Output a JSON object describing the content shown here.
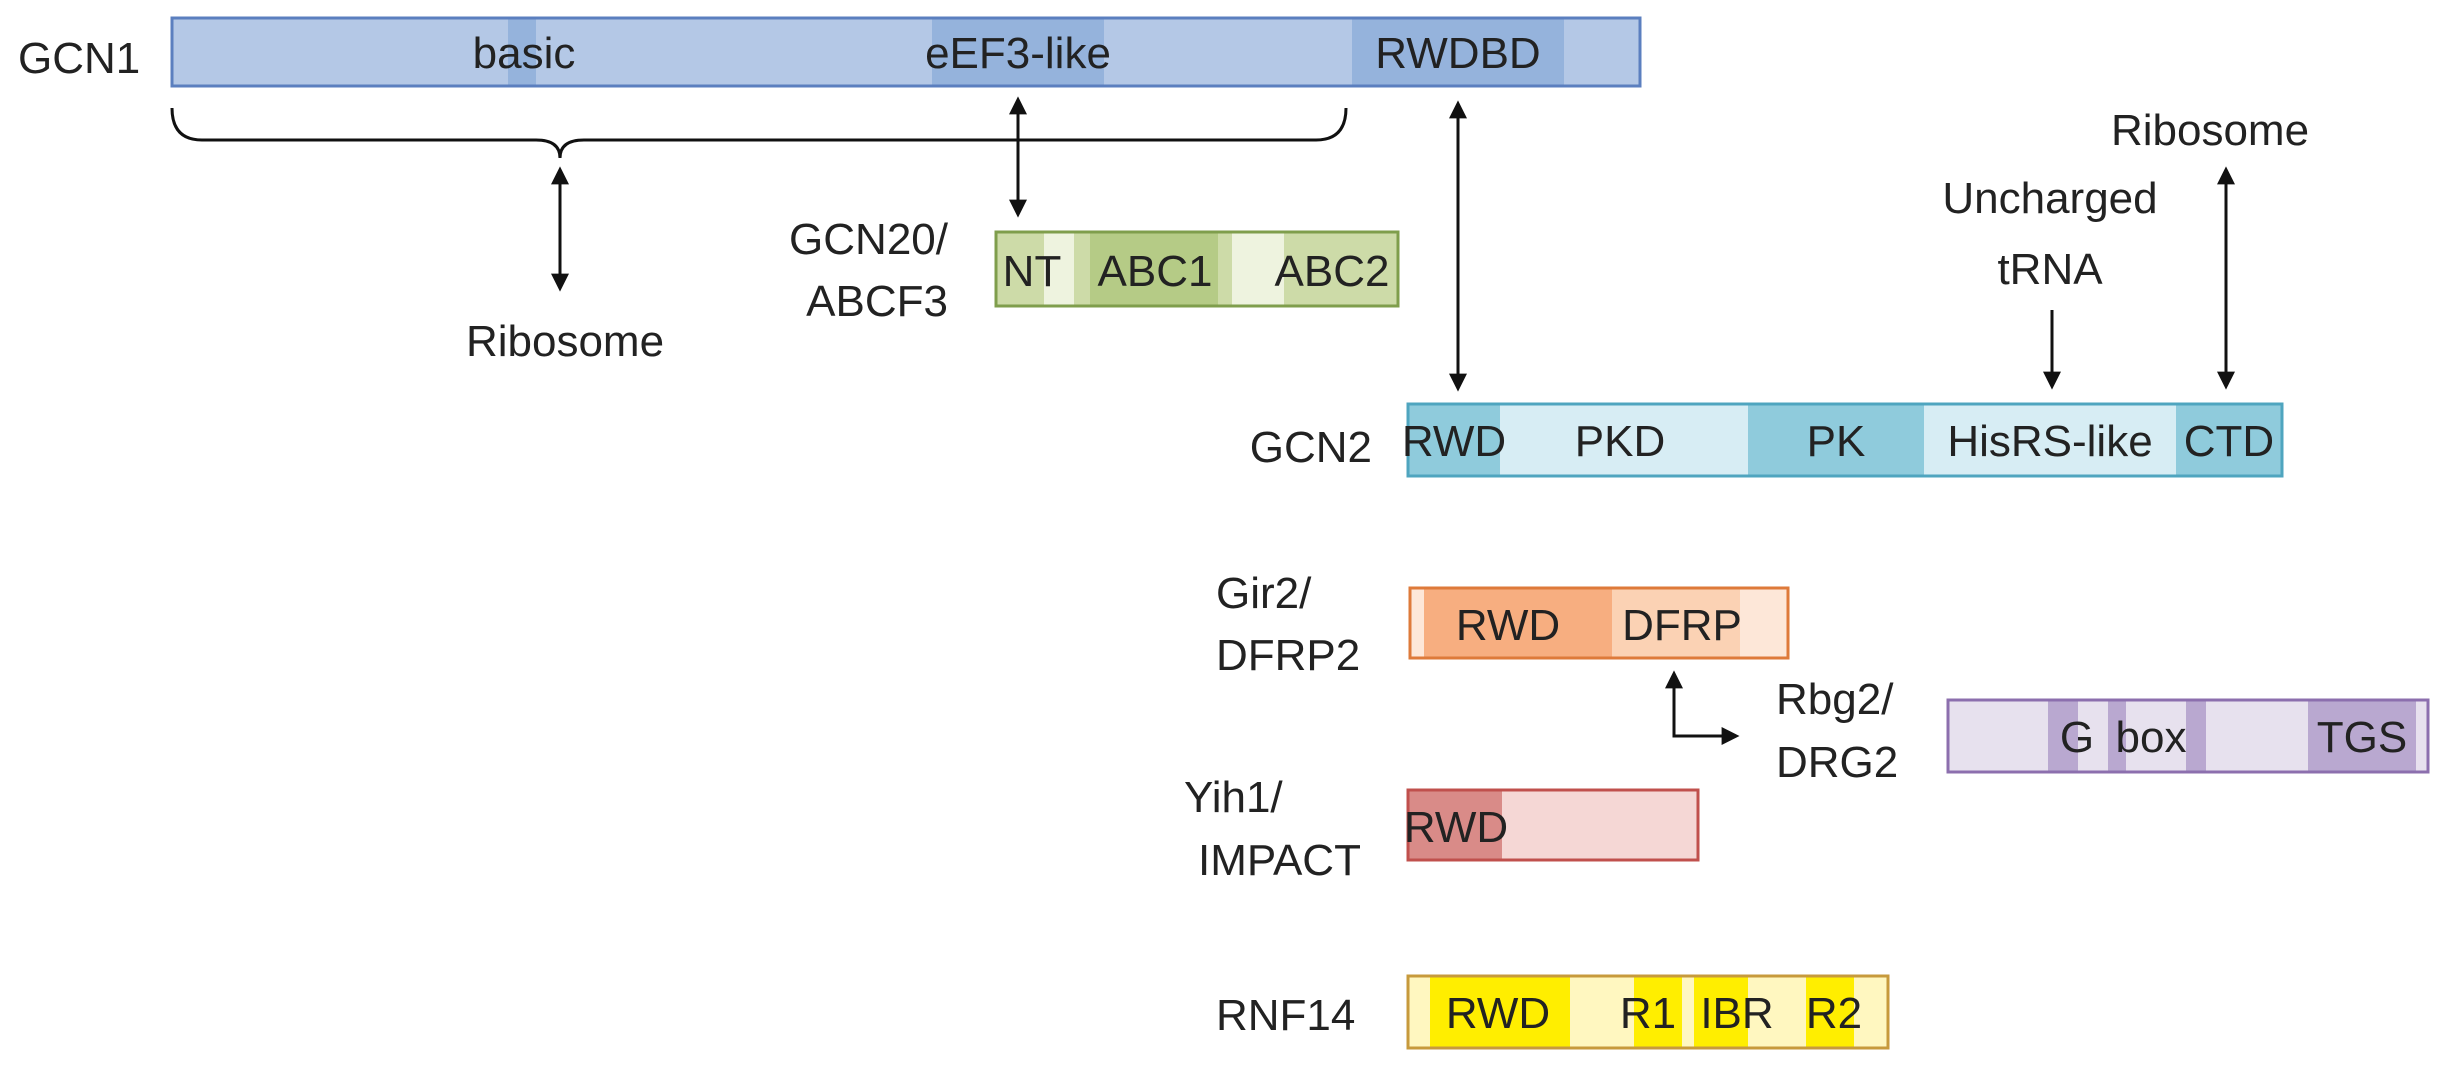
{
  "colors": {
    "gcn1_light": "#b4c8e6",
    "gcn1_dark": "#95b3dc",
    "gcn1_border": "#5b7fbf",
    "gcn20_light": "#cddba8",
    "gcn20_dark": "#b5cb86",
    "gcn20_pale": "#eef3df",
    "gcn20_border": "#7f9e4c",
    "gcn2_light": "#d7edf4",
    "gcn2_dark": "#8fcbdc",
    "gcn2_border": "#4fa5bf",
    "gir2_light": "#fbd2b4",
    "gir2_dark": "#f7ae80",
    "gir2_pale": "#fde7d8",
    "gir2_border": "#de7a3a",
    "rbg2_light": "#e7e1ee",
    "rbg2_dark": "#b9a8d0",
    "rbg2_border": "#8c6fae",
    "yih1_light": "#f5d7d5",
    "yih1_dark": "#d98b88",
    "yih1_border": "#c0504d",
    "rnf14_light": "#fff7c0",
    "rnf14_dark": "#ffee00",
    "rnf14_border": "#c79a3c",
    "arrow": "#111111"
  },
  "labels": {
    "gcn1": "GCN1",
    "gcn20_line1": "GCN20/",
    "gcn20_line2": "ABCF3",
    "gcn2": "GCN2",
    "gir2_line1": "Gir2/",
    "gir2_line2": "DFRP2",
    "rbg2_line1": "Rbg2/",
    "rbg2_line2": "DRG2",
    "yih1_line1": "Yih1/",
    "yih1_line2": "IMPACT",
    "rnf14": "RNF14"
  },
  "annotations": {
    "ribosome_bottom": "Ribosome",
    "ribosome_top": "Ribosome",
    "uncharged_line1": "Uncharged",
    "uncharged_line2": "tRNA"
  },
  "domains": {
    "gcn1": {
      "basic": "basic",
      "eef3": "eEF3-like",
      "rwdbd": "RWDBD"
    },
    "gcn20": {
      "nt": "NT",
      "abc1": "ABC1",
      "abc2": "ABC2"
    },
    "gcn2": {
      "rwd": "RWD",
      "pkd": "PKD",
      "pk": "PK",
      "hisrs": "HisRS-like",
      "ctd": "CTD"
    },
    "gir2": {
      "rwd": "RWD",
      "dfrp": "DFRP"
    },
    "rbg2": {
      "gbox_g": "G",
      "gbox_box": "box",
      "tgs": "TGS"
    },
    "yih1": {
      "rwd": "RWD"
    },
    "rnf14": {
      "rwd": "RWD",
      "r1": "R1",
      "ibr": "IBR",
      "r2": "R2"
    }
  }
}
